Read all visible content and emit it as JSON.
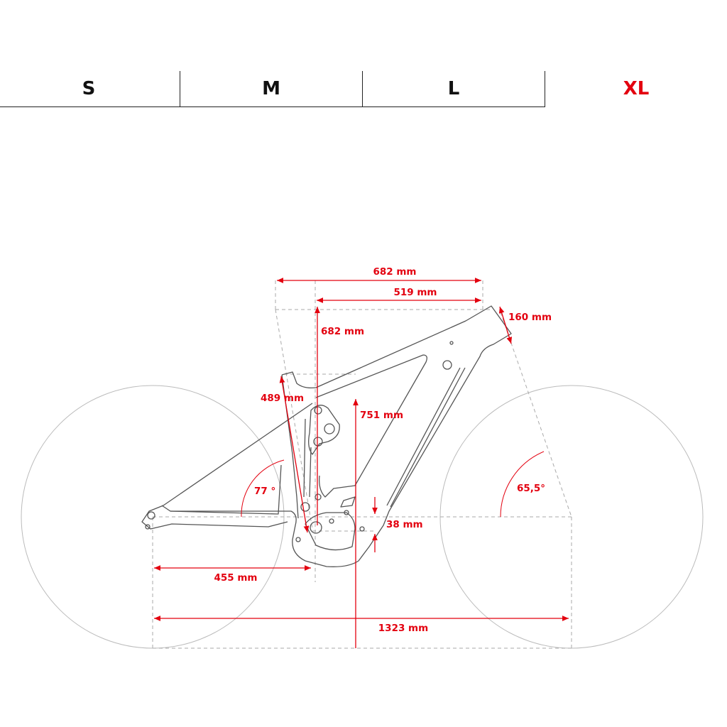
{
  "size_tabs": [
    {
      "label": "S",
      "selected": false
    },
    {
      "label": "M",
      "selected": false
    },
    {
      "label": "L",
      "selected": false
    },
    {
      "label": "XL",
      "selected": true
    }
  ],
  "geometry": {
    "reach_total": "682 mm",
    "reach": "519 mm",
    "stack": "682 mm",
    "head_tube": "160 mm",
    "seat_tube": "489 mm",
    "standover": "751 mm",
    "bb_drop": "38 mm",
    "chainstay": "455 mm",
    "wheelbase": "1323 mm",
    "seat_angle": "77 °",
    "head_angle": "65,5°"
  },
  "colors": {
    "accent": "#e3000f",
    "frame": "#555555",
    "guide": "#aaaaaa"
  }
}
